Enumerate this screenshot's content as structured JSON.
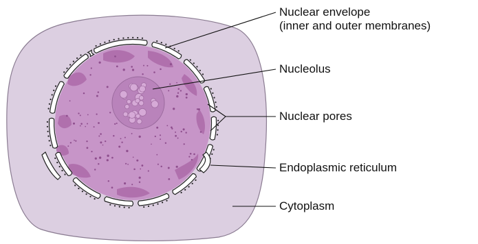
{
  "labels": {
    "nuclear_envelope_line1": "Nuclear envelope",
    "nuclear_envelope_line2": "(inner and outer membranes)",
    "nucleolus": "Nucleolus",
    "nuclear_pores": "Nuclear pores",
    "endoplasmic_reticulum": "Endoplasmic reticulum",
    "cytoplasm": "Cytoplasm"
  },
  "colors": {
    "cytoplasm_fill": "#dccfe1",
    "cytoplasm_stroke": "#8a7b91",
    "nucleoplasm_fill": "#c795c8",
    "chromatin_fill": "#ad6aa9",
    "nucleolus_fill": "#b983bb",
    "envelope_fill": "#ffffff",
    "envelope_stroke": "#222222",
    "leader_line": "#111111"
  }
}
